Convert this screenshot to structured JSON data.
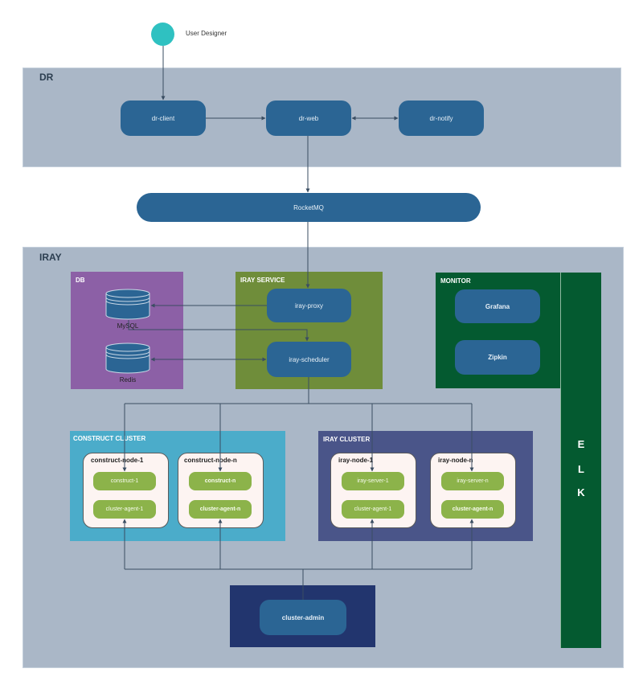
{
  "actor": {
    "label": "User Designer"
  },
  "dr": {
    "title": "DR",
    "nodes": [
      "dr-client",
      "dr-web",
      "dr-notify"
    ]
  },
  "mq": {
    "label": "RocketMQ"
  },
  "iray": {
    "title": "IRAY",
    "db": {
      "title": "DB",
      "items": [
        "MySQL",
        "Redis"
      ]
    },
    "service": {
      "title": "IRAY SERVICE",
      "items": [
        "iray-proxy",
        "iray-scheduler"
      ]
    },
    "monitor": {
      "title": "MONITOR",
      "items": [
        "Grafana",
        "Zipkin"
      ]
    },
    "elk": {
      "letters": [
        "E",
        "L",
        "K"
      ]
    },
    "construct_cluster": {
      "title": "CONSTRUCT CLUSTER",
      "nodes": [
        {
          "title": "construct-node-1",
          "items": [
            "construct-1",
            "cluster-agent-1"
          ]
        },
        {
          "title": "construct-node-n",
          "items": [
            "construct-n",
            "cluster-agent-n"
          ]
        }
      ]
    },
    "iray_cluster": {
      "title": "IRAY CLUSTER",
      "nodes": [
        {
          "title": "iray-node-1",
          "items": [
            "iray-server-1",
            "cluster-agent-1"
          ]
        },
        {
          "title": "iray-node-n",
          "items": [
            "iray-server-n",
            "cluster-agent-n"
          ]
        }
      ]
    },
    "admin": {
      "label": "cluster-admin"
    }
  },
  "colors": {
    "region": "#aab7c7",
    "node_blue": "#2b6594",
    "actor": "#2fc1c1",
    "db": "#8c60a6",
    "service": "#6f8d3a",
    "monitor": "#045a30",
    "elk": "#045a30",
    "construct_cluster": "#4bacca",
    "iray_cluster": "#4a5589",
    "admin_bg": "#22356e",
    "pill": "#8cb34a",
    "connector": "#3a4d62"
  }
}
